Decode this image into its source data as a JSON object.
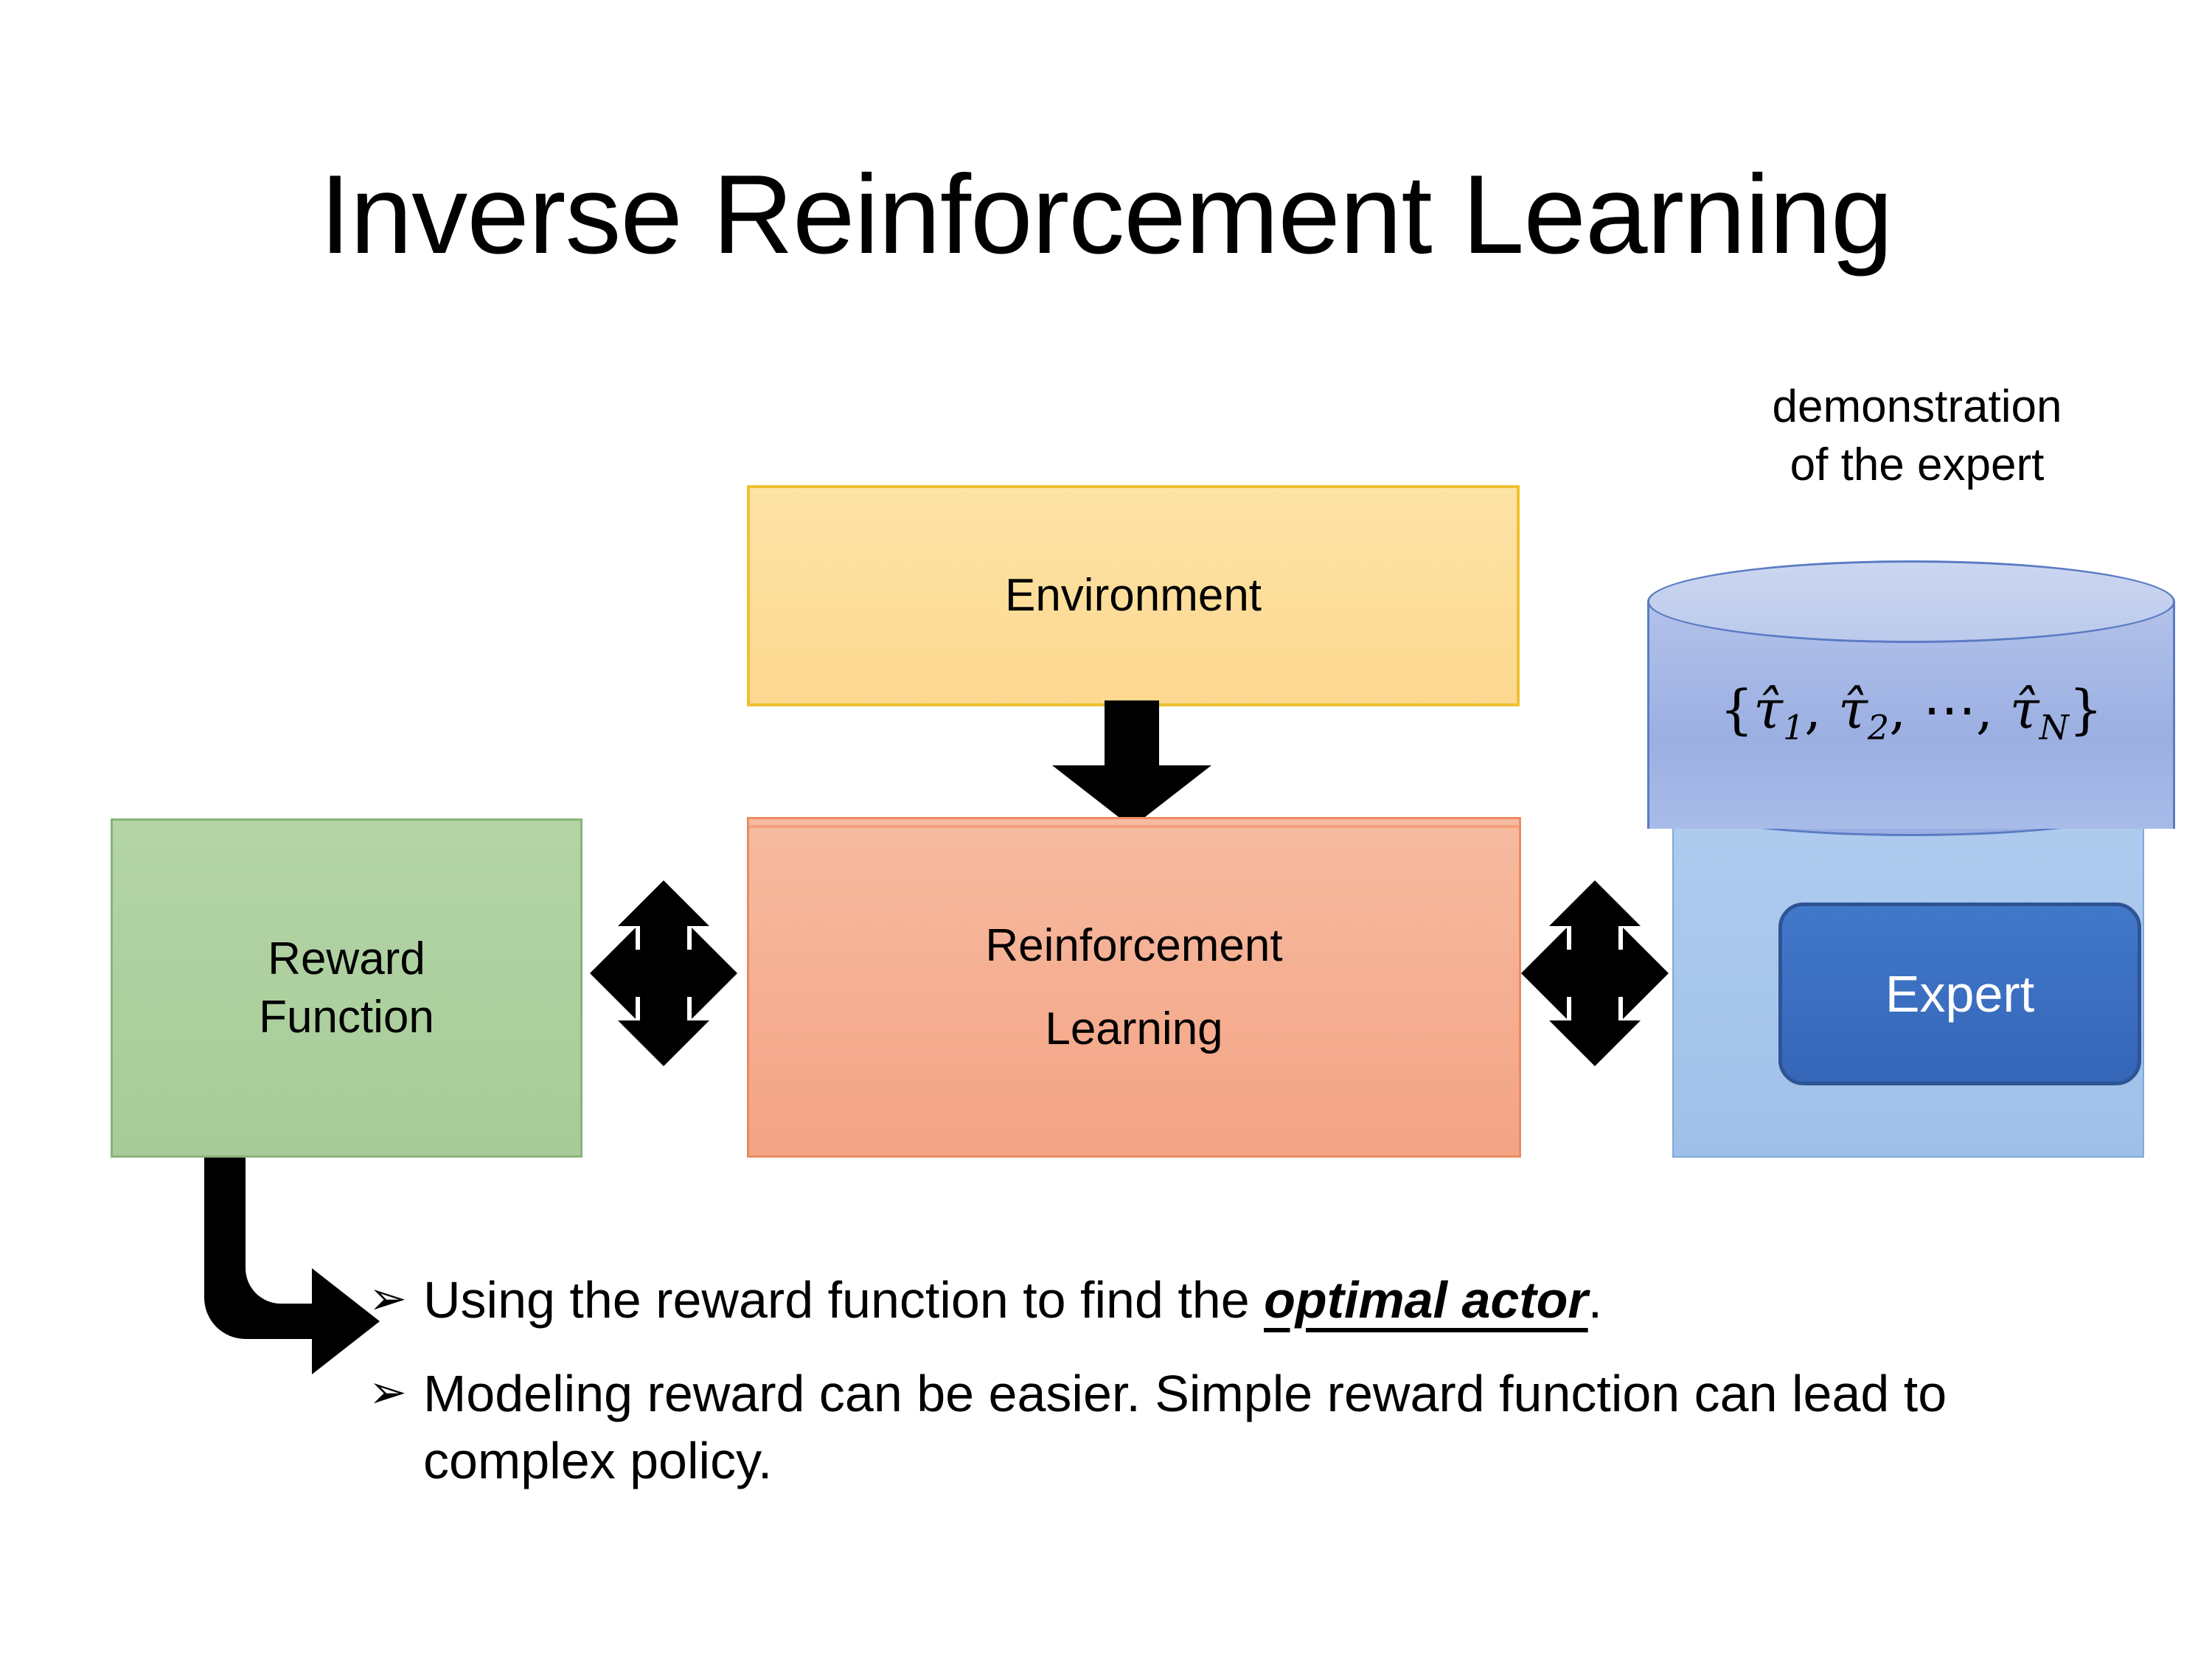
{
  "slide": {
    "title": "Inverse Reinforcement Learning"
  },
  "diagram": {
    "environment": {
      "label": "Environment",
      "fill": "#FCD88F",
      "stroke": "#EFC02F"
    },
    "reward_function": {
      "line1": "Reward",
      "line2": "Function",
      "fill": "#A7CC98",
      "stroke": "#87B477"
    },
    "reinforcement_learning": {
      "line1": "Reinforcement",
      "line2": "Learning",
      "fill": "#F4A385",
      "stroke": "#E98B5F"
    },
    "demonstration": {
      "caption_line1": "demonstration",
      "caption_line2": "of the expert",
      "set_open": "{",
      "tau1": "τ̂",
      "tau1_sub": "1",
      "sep1": ", ",
      "tau2": "τ̂",
      "tau2_sub": "2",
      "sep2": ", ⋯, ",
      "tauN": "τ̂",
      "tauN_sub": "N",
      "set_close": "}",
      "cylinder_fill": "#9BAFE2",
      "cylinder_top_fill": "#CBD6F0",
      "cylinder_stroke": "#5B7BC4"
    },
    "expert": {
      "label": "Expert",
      "fill": "#3566B8",
      "stroke": "#2E5496",
      "panel_fill": "#9FC0E8"
    },
    "arrows": {
      "environment_to_rl": "down-arrow",
      "reward_rl_link": "four-way-arrow",
      "rl_expert_link": "four-way-arrow",
      "reward_to_bullets": "elbow-arrow",
      "color": "#000000"
    }
  },
  "bullets": [
    {
      "marker": "➢",
      "text_before": "Using the reward function to find the ",
      "emphasis": "optimal actor",
      "text_after": "."
    },
    {
      "marker": "➢",
      "text_before": "Modeling reward can be easier. Simple reward function can lead to complex policy.",
      "emphasis": "",
      "text_after": ""
    }
  ]
}
